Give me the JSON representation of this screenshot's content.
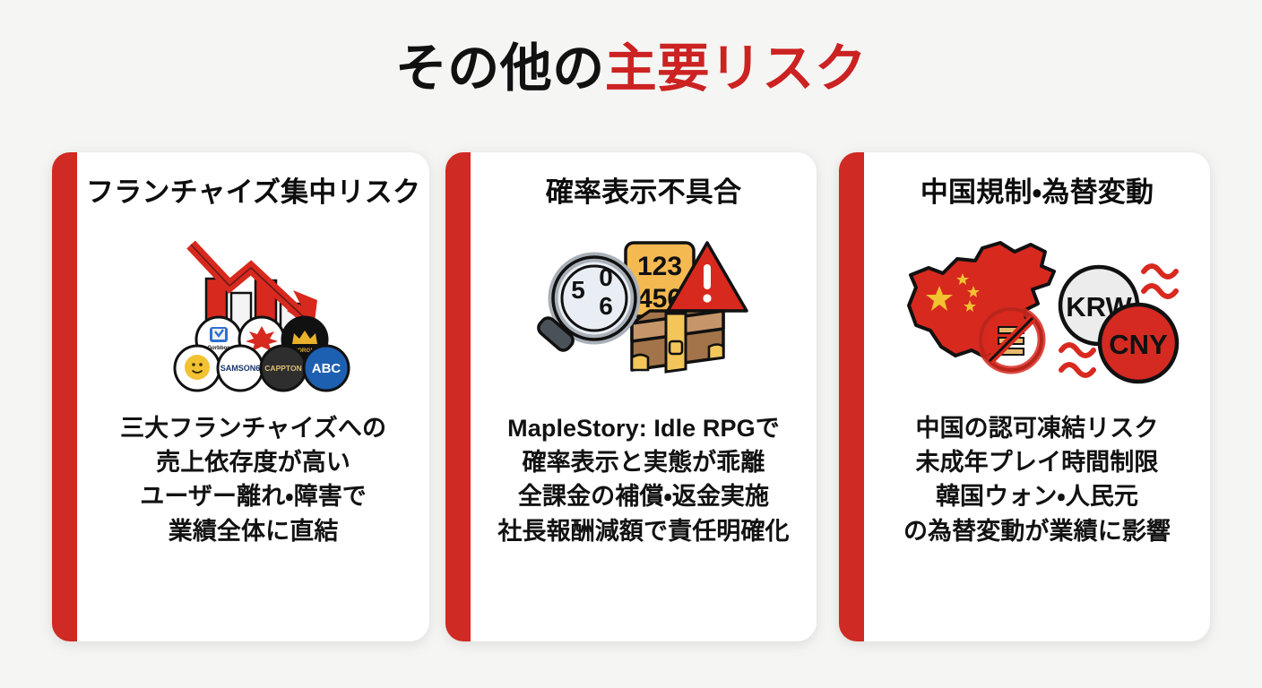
{
  "page": {
    "title_black": "その他の",
    "title_red": "主要リスク",
    "background_color": "#f5f5f3",
    "accent_color": "#cf2a23",
    "title_red_color": "#cc2222"
  },
  "cards": [
    {
      "id": "franchise-concentration-risk",
      "title": "フランチャイズ集中リスク",
      "icon_name": "declining-chart-with-brand-logos-icon",
      "icon_alt": "下降矢印と棒グラフ・ブランドロゴ",
      "logos": [
        {
          "label": "Gorbbos",
          "kind": "hexagon-logo"
        },
        {
          "label": "",
          "kind": "maple-leaf-logo"
        },
        {
          "label": "RORGIS",
          "kind": "crown-logo"
        },
        {
          "label": "",
          "kind": "smiley-coin-logo"
        },
        {
          "label": "SAMSON6",
          "kind": "wordmark-logo"
        },
        {
          "label": "CAPPTON",
          "kind": "wordmark-logo"
        },
        {
          "label": "ABC",
          "kind": "wordmark-logo"
        }
      ],
      "lines": [
        "三大フランチャイズへの",
        "売上依存度が高い",
        "ユーザー離れ・障害で",
        "業績全体に直結"
      ]
    },
    {
      "id": "probability-display-defect",
      "title": "確率表示不具合",
      "icon_name": "magnifier-numbers-warning-lootbox-icon",
      "icon_alt": "虫眼鏡・数字カード・警告三角・宝箱",
      "numbers_top": "123",
      "numbers_bottom": "456",
      "magnifier_digits": [
        "0",
        "5",
        "6"
      ],
      "warning_glyph": "!",
      "lines": [
        "MapleStory: Idle RPGで",
        "確率表示と実態が乖離",
        "全課金の補償・返金実施",
        "社長報酬減額で責任明確化"
      ]
    },
    {
      "id": "china-regulation-fx-volatility",
      "title": "中国規制・為替変動",
      "icon_name": "china-map-ban-currency-icon",
      "icon_alt": "中国地図・禁止マーク・通貨サークル",
      "currencies": [
        {
          "code": "KRW",
          "color": "#ececec",
          "text_color": "#111111"
        },
        {
          "code": "CNY",
          "color": "#d42a22",
          "text_color": "#111111"
        }
      ],
      "lines": [
        "中国の認可凍結リスク",
        "未成年プレイ時間制限",
        "韓国ウォン・人民元",
        "の為替変動が業績に影響"
      ]
    }
  ]
}
